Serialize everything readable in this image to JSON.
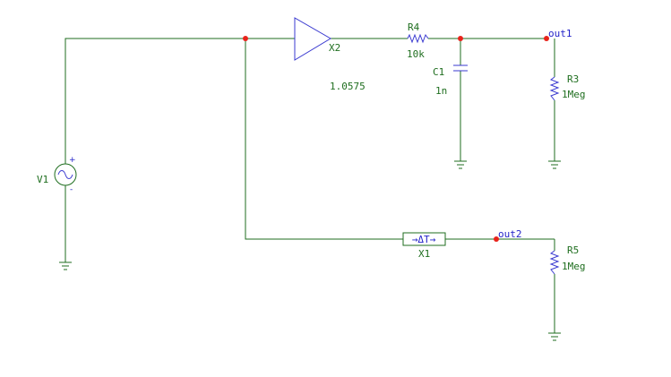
{
  "components": {
    "v1": {
      "name": "V1"
    },
    "x2": {
      "name": "X2",
      "annotation": "1.0575"
    },
    "r4": {
      "name": "R4",
      "value": "10k"
    },
    "c1": {
      "name": "C1",
      "value": "1n"
    },
    "r3": {
      "name": "R3",
      "value": "1Meg"
    },
    "x1": {
      "name": "X1",
      "symbol": "→ΔT→"
    },
    "r5": {
      "name": "R5",
      "value": "1Meg"
    }
  },
  "nets": {
    "out1": "out1",
    "out2": "out2"
  },
  "source_signs": {
    "plus": "+",
    "minus": "-"
  },
  "colors": {
    "wire": "#1f6e1f",
    "symbol": "#3a3ad0",
    "node": "#e8231b",
    "net_label": "#1f1fc8"
  }
}
